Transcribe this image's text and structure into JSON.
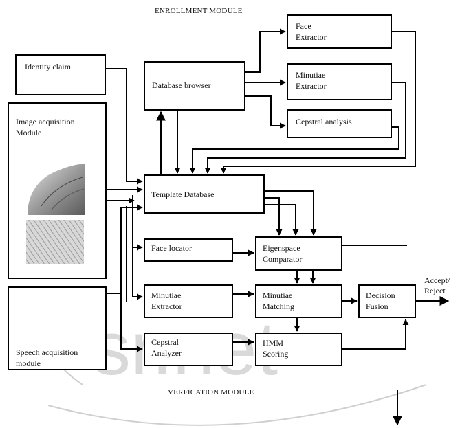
{
  "title": "ENROLLMENT MODULE",
  "footer": "VERFICATION MODULE",
  "watermark": "sr.net",
  "boxes": {
    "identity_claim": "Identity claim",
    "image_acquisition": [
      "Image acquisition",
      "Module"
    ],
    "speech_acquisition": [
      "Speech acquisition",
      "module"
    ],
    "database_browser": "Database browser",
    "face_extractor": [
      "Face",
      "Extractor"
    ],
    "minutiae_extractor_top": [
      "Minutiae",
      "Extractor"
    ],
    "cepstral_analysis": "Cepstral analysis",
    "template_database": "Template Database",
    "face_locator": "Face locator",
    "minutiae_extractor_bottom": [
      "Minutiae",
      "Extractor"
    ],
    "cepstral_analyzer": [
      "Cepstral",
      "Analyzer"
    ],
    "eigenspace_comparator": [
      "Eigenspace",
      "Comparator"
    ],
    "minutiae_matching": [
      "Minutiae",
      "Matching"
    ],
    "hmm_scoring": [
      "HMM",
      "Scoring"
    ],
    "decision_fusion": [
      "Decision",
      "Fusion"
    ]
  },
  "output_label": [
    "Accept/",
    "Reject"
  ]
}
